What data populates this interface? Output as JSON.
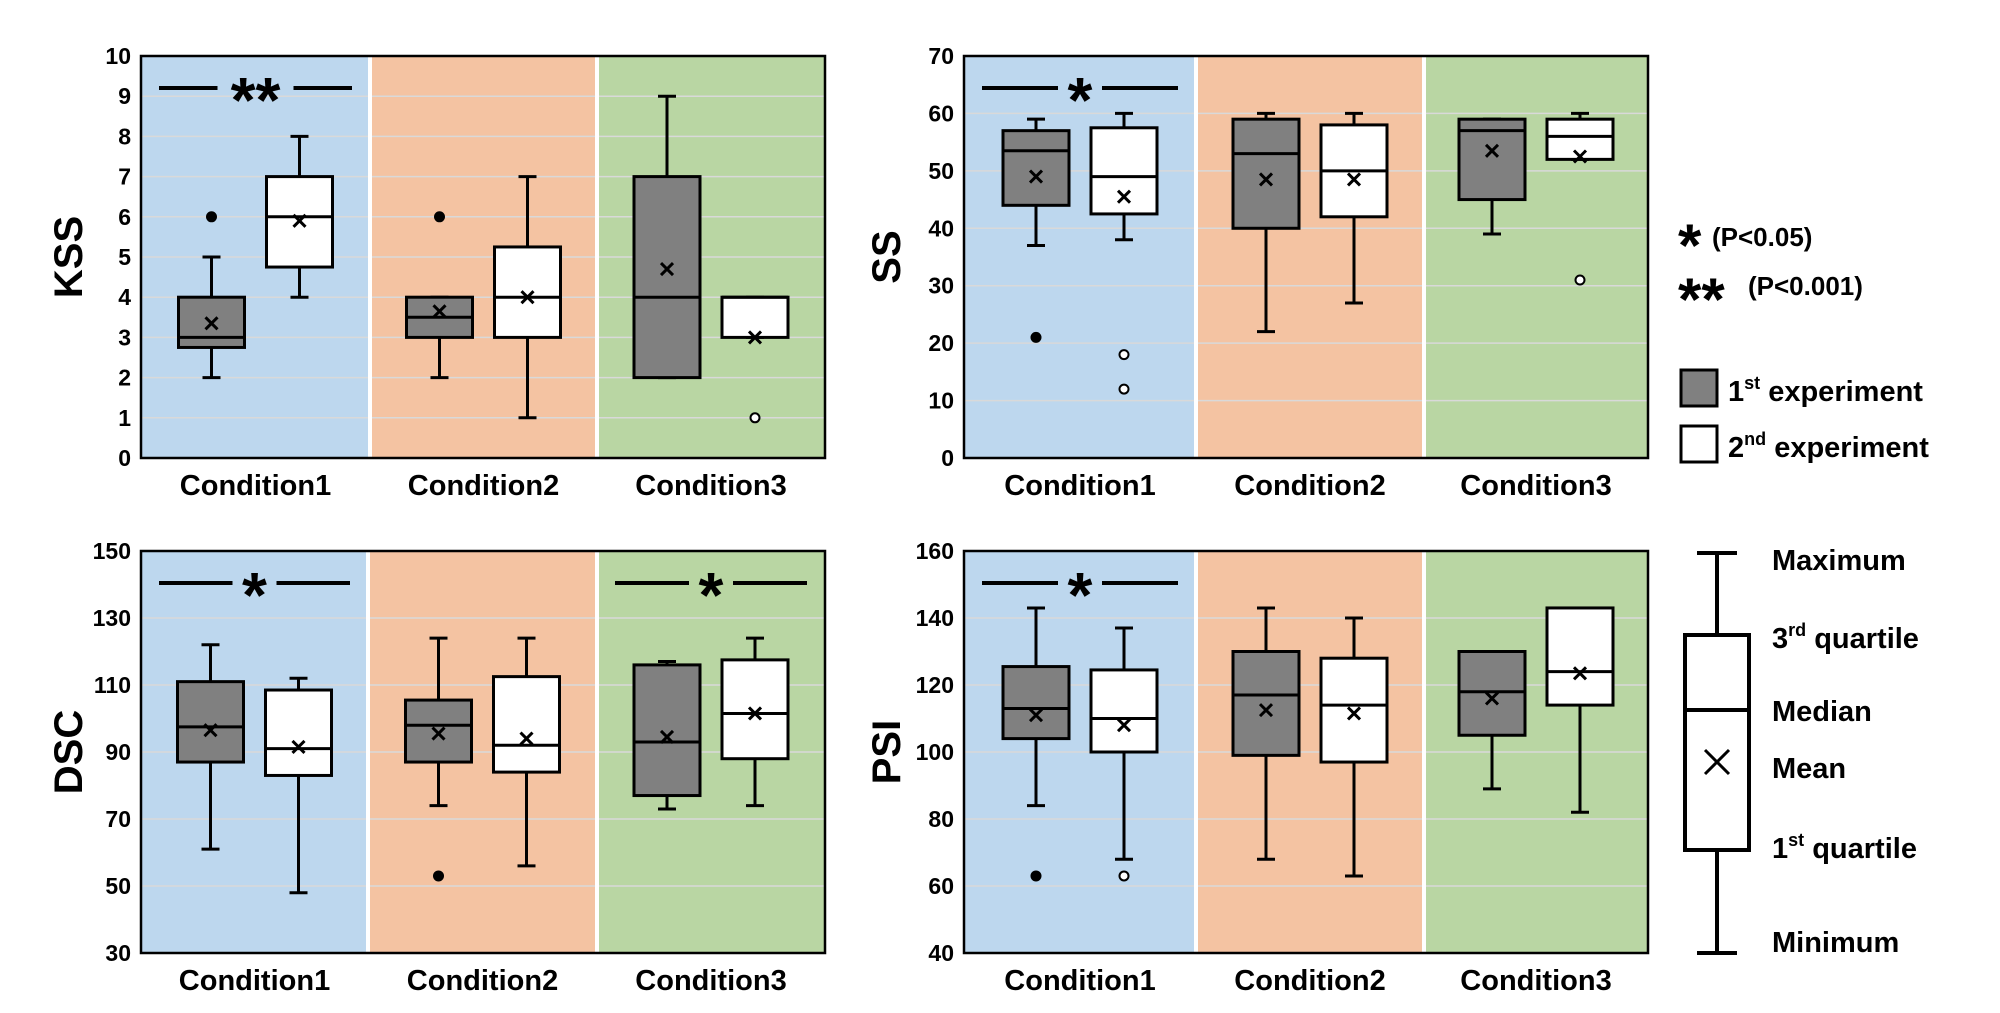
{
  "colors": {
    "condition1_bg": "#bdd7ee",
    "condition2_bg": "#f4c3a2",
    "condition3_bg": "#b9d6a3",
    "experiment1_fill": "#808080",
    "experiment2_fill": "#ffffff",
    "gridline": "#d9d9d9"
  },
  "chart_data": [
    {
      "type": "box",
      "ylabel": "KSS",
      "ylim": [
        0,
        10
      ],
      "yticks": [
        0,
        1,
        2,
        3,
        4,
        5,
        6,
        7,
        8,
        9,
        10
      ],
      "categories": [
        "Condition1",
        "Condition2",
        "Condition3"
      ],
      "significance": [
        "**",
        "",
        ""
      ],
      "series": [
        {
          "name": "1st experiment",
          "boxes": [
            {
              "min": 2,
              "q1": 2.75,
              "median": 3,
              "q3": 4,
              "max": 5,
              "mean": 3.35,
              "outliers": [
                6
              ]
            },
            {
              "min": 2,
              "q1": 3,
              "median": 3.5,
              "q3": 4,
              "max": 4,
              "mean": 3.65,
              "outliers": [
                6
              ]
            },
            {
              "min": 2,
              "q1": 2,
              "median": 4,
              "q3": 7,
              "max": 9,
              "mean": 4.7,
              "outliers": []
            }
          ]
        },
        {
          "name": "2nd experiment",
          "boxes": [
            {
              "min": 4,
              "q1": 4.75,
              "median": 6,
              "q3": 7,
              "max": 8,
              "mean": 5.9,
              "outliers": []
            },
            {
              "min": 1,
              "q1": 3,
              "median": 4,
              "q3": 5.25,
              "max": 7,
              "mean": 4,
              "outliers": []
            },
            {
              "min": 3,
              "q1": 3,
              "median": 4,
              "q3": 4,
              "max": 4,
              "mean": 3,
              "outliers": [
                1
              ]
            }
          ]
        }
      ]
    },
    {
      "type": "box",
      "ylabel": "SS",
      "ylim": [
        0,
        70
      ],
      "yticks": [
        0,
        10,
        20,
        30,
        40,
        50,
        60,
        70
      ],
      "categories": [
        "Condition1",
        "Condition2",
        "Condition3"
      ],
      "significance": [
        "*",
        "",
        ""
      ],
      "series": [
        {
          "name": "1st experiment",
          "boxes": [
            {
              "min": 37,
              "q1": 44,
              "median": 53.5,
              "q3": 57,
              "max": 59,
              "mean": 49,
              "outliers": [
                21
              ]
            },
            {
              "min": 22,
              "q1": 40,
              "median": 53,
              "q3": 59,
              "max": 60,
              "mean": 48.5,
              "outliers": []
            },
            {
              "min": 39,
              "q1": 45,
              "median": 57,
              "q3": 59,
              "max": 59,
              "mean": 53.5,
              "outliers": []
            }
          ]
        },
        {
          "name": "2nd experiment",
          "boxes": [
            {
              "min": 38,
              "q1": 42.5,
              "median": 49,
              "q3": 57.5,
              "max": 60,
              "mean": 45.5,
              "outliers": [
                18,
                12
              ]
            },
            {
              "min": 27,
              "q1": 42,
              "median": 50,
              "q3": 58,
              "max": 60,
              "mean": 48.5,
              "outliers": []
            },
            {
              "min": 52,
              "q1": 52,
              "median": 56,
              "q3": 59,
              "max": 60,
              "mean": 52.5,
              "outliers": [
                31
              ]
            }
          ]
        }
      ]
    },
    {
      "type": "box",
      "ylabel": "DSC",
      "ylim": [
        30,
        150
      ],
      "yticks": [
        30,
        50,
        70,
        90,
        110,
        130,
        150
      ],
      "categories": [
        "Condition1",
        "Condition2",
        "Condition3"
      ],
      "significance": [
        "*",
        "",
        "*"
      ],
      "series": [
        {
          "name": "1st experiment",
          "boxes": [
            {
              "min": 61,
              "q1": 87,
              "median": 97.5,
              "q3": 111,
              "max": 122,
              "mean": 96.5,
              "outliers": []
            },
            {
              "min": 74,
              "q1": 87,
              "median": 98,
              "q3": 105.5,
              "max": 124,
              "mean": 95.5,
              "outliers": [
                53
              ]
            },
            {
              "min": 73,
              "q1": 77,
              "median": 93,
              "q3": 116,
              "max": 117,
              "mean": 94.5,
              "outliers": []
            }
          ]
        },
        {
          "name": "2nd experiment",
          "boxes": [
            {
              "min": 48,
              "q1": 83,
              "median": 91,
              "q3": 108.5,
              "max": 112,
              "mean": 91.5,
              "outliers": []
            },
            {
              "min": 56,
              "q1": 84,
              "median": 92,
              "q3": 112.5,
              "max": 124,
              "mean": 94,
              "outliers": []
            },
            {
              "min": 74,
              "q1": 88,
              "median": 101.5,
              "q3": 117.5,
              "max": 124,
              "mean": 101.5,
              "outliers": []
            }
          ]
        }
      ]
    },
    {
      "type": "box",
      "ylabel": "PSI",
      "ylim": [
        40,
        160
      ],
      "yticks": [
        40,
        60,
        80,
        100,
        120,
        140,
        160
      ],
      "categories": [
        "Condition1",
        "Condition2",
        "Condition3"
      ],
      "significance": [
        "*",
        "",
        ""
      ],
      "series": [
        {
          "name": "1st experiment",
          "boxes": [
            {
              "min": 84,
              "q1": 104,
              "median": 113,
              "q3": 125.5,
              "max": 143,
              "mean": 111,
              "outliers": [
                63
              ]
            },
            {
              "min": 68,
              "q1": 99,
              "median": 117,
              "q3": 130,
              "max": 143,
              "mean": 112.5,
              "outliers": []
            },
            {
              "min": 89,
              "q1": 105,
              "median": 118,
              "q3": 130,
              "max": 130,
              "mean": 116,
              "outliers": []
            }
          ]
        },
        {
          "name": "2nd experiment",
          "boxes": [
            {
              "min": 68,
              "q1": 100,
              "median": 110,
              "q3": 124.5,
              "max": 137,
              "mean": 108,
              "outliers": [
                63
              ]
            },
            {
              "min": 63,
              "q1": 97,
              "median": 114,
              "q3": 128,
              "max": 140,
              "mean": 111.5,
              "outliers": []
            },
            {
              "min": 82,
              "q1": 114,
              "median": 124,
              "q3": 143,
              "max": 143,
              "mean": 123.5,
              "outliers": []
            }
          ]
        }
      ]
    }
  ],
  "legend": {
    "significance": [
      {
        "symbol": "*",
        "label": "(P<0.05)"
      },
      {
        "symbol": "**",
        "label": "(P<0.001)"
      }
    ],
    "series": [
      {
        "ordinal": "1",
        "sup": "st",
        "label": " experiment"
      },
      {
        "ordinal": "2",
        "sup": "nd",
        "label": " experiment"
      }
    ],
    "box_key": {
      "maximum": "Maximum",
      "q3_num": "3",
      "q3_sup": "rd",
      "q3_text": " quartile",
      "median": "Median",
      "mean": "Mean",
      "q1_num": "1",
      "q1_sup": "st",
      "q1_text": " quartile",
      "minimum": "Minimum"
    }
  }
}
